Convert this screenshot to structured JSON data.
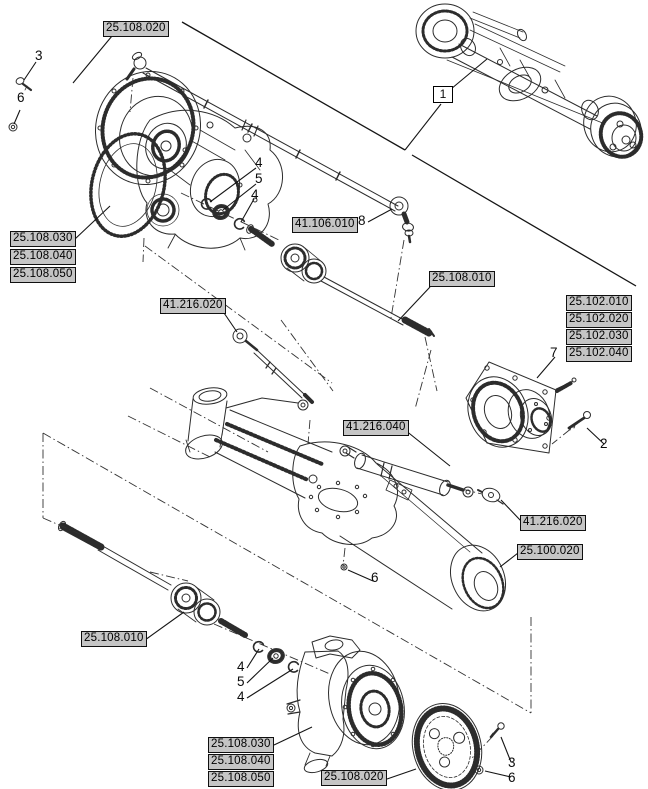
{
  "figure": {
    "colors": {
      "background": "#ffffff",
      "line_art": "#2c2c2c",
      "leader_line": "#151515",
      "label_box_bg": "#c5c5c5",
      "label_box_border": "#101010",
      "callout_text": "#0b0b0b"
    }
  },
  "labels": [
    {
      "text": "25.108.020"
    },
    {
      "text": "25.108.030"
    },
    {
      "text": "25.108.040"
    },
    {
      "text": "25.108.050"
    },
    {
      "text": "41.216.020"
    },
    {
      "text": "41.106.010"
    },
    {
      "text": "25.108.010"
    },
    {
      "text": "25.102.010"
    },
    {
      "text": "25.102.020"
    },
    {
      "text": "25.102.030"
    },
    {
      "text": "25.102.040"
    },
    {
      "text": "41.216.040"
    },
    {
      "text": "41.216.020"
    },
    {
      "text": "25.100.020"
    },
    {
      "text": "25.108.010"
    },
    {
      "text": "25.108.030"
    },
    {
      "text": "25.108.040"
    },
    {
      "text": "25.108.050"
    },
    {
      "text": "25.108.020"
    }
  ],
  "callouts": [
    {
      "text": "1"
    },
    {
      "text": "3"
    },
    {
      "text": "6"
    },
    {
      "text": "4"
    },
    {
      "text": "5"
    },
    {
      "text": "4"
    },
    {
      "text": "8"
    },
    {
      "text": "7"
    },
    {
      "text": "2"
    },
    {
      "text": "6"
    },
    {
      "text": "4"
    },
    {
      "text": "5"
    },
    {
      "text": "4"
    },
    {
      "text": "3"
    },
    {
      "text": "6"
    }
  ]
}
